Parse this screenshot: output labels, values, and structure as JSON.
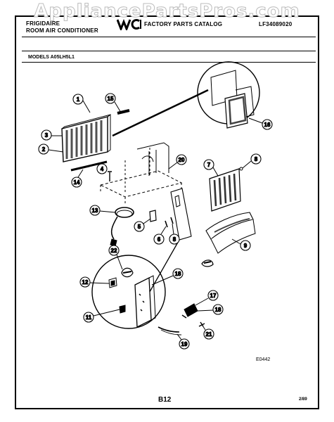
{
  "watermark": "AppliancePartsPros.com",
  "header": {
    "brand": "FRIGIDAIRE",
    "product": "ROOM AIR CONDITIONER",
    "catalog": "FACTORY PARTS CATALOG",
    "catalog_number": "LF34089020"
  },
  "models": "MODELS A05LH5L1",
  "diagram_code": "E0442",
  "page_number": "B12",
  "date": "2/89",
  "callouts": [
    "1",
    "15",
    "3",
    "2",
    "14",
    "4",
    "20",
    "7",
    "8",
    "13",
    "5",
    "6",
    "9",
    "22",
    "18",
    "12",
    "11",
    "17",
    "19",
    "21",
    "16"
  ]
}
